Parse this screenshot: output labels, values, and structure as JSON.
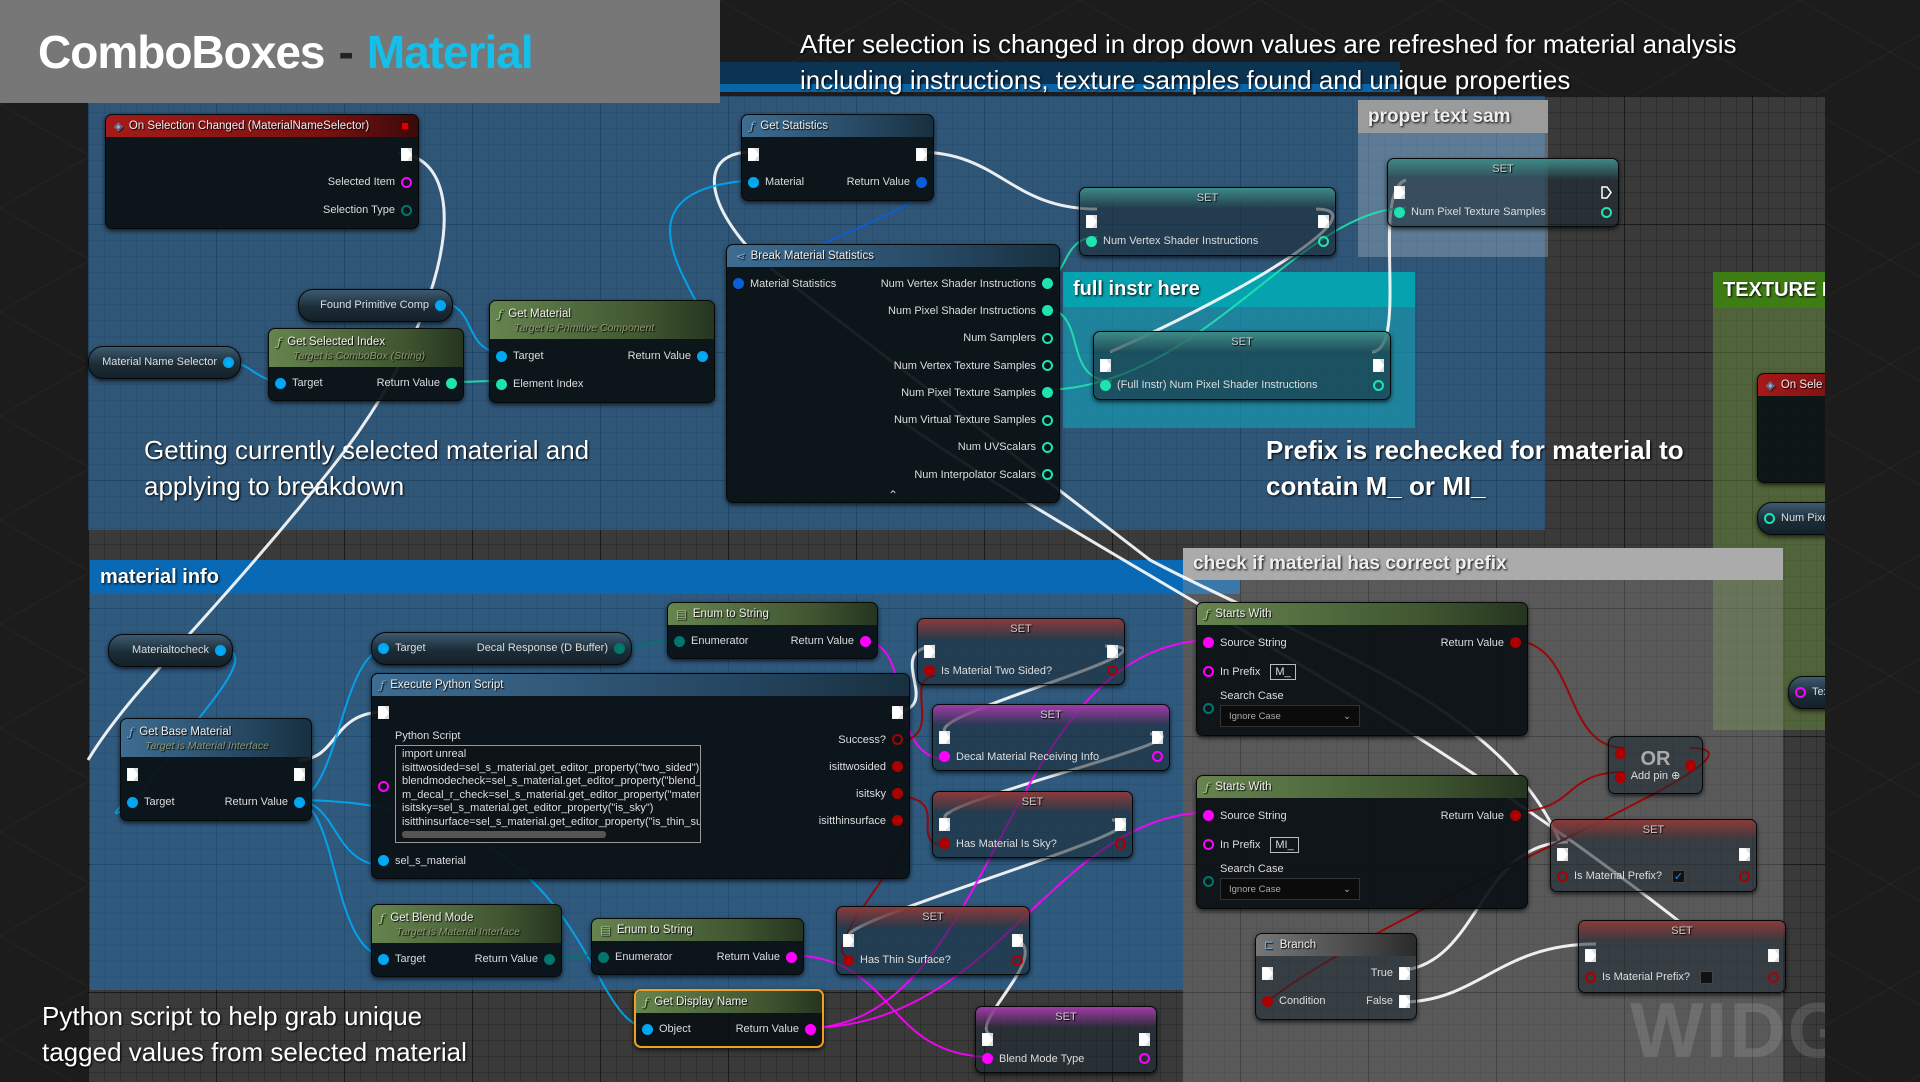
{
  "title": {
    "part1": "ComboBoxes",
    "separator": "-",
    "part2": "Material"
  },
  "top_caption": {
    "line1": "After selection is changed in drop down values are refreshed for material analysis",
    "line2": "including instructions, texture samples found and unique properties"
  },
  "captions": {
    "breakdown": {
      "line1": "Getting currently selected material and",
      "line2": "applying to breakdown"
    },
    "prefix": {
      "line1": "Prefix is rechecked for material to",
      "line2": "contain M_ or MI_"
    },
    "python": {
      "line1": "Python script to help grab unique",
      "line2": "tagged values from selected material"
    }
  },
  "comments": {
    "material_info": "material info",
    "check_prefix": "check if material has correct prefix",
    "proper_text": "proper text sam",
    "full_instr": "full instr here",
    "texture": "TEXTURE I"
  },
  "watermark": "WIDGE",
  "colors": {
    "accent": "#14bfe9",
    "exec": "#ffffff",
    "object": "#00a8f4",
    "int": "#1fe3b0",
    "bool": "#aa0000",
    "string": "#ff00ff",
    "byte": "#00766c",
    "struct": "#0b5ed7",
    "selected": "#f0a020"
  },
  "nodes": [
    {
      "id": "on_sel",
      "style": "event",
      "icon": "event-icon",
      "title": "On Selection Changed (MaterialNameSelector)",
      "badge": true,
      "inputs": [],
      "outputs": [
        {
          "type": "exec",
          "filled": true
        },
        {
          "label": "Selected Item",
          "type": "string",
          "filled": false
        },
        {
          "label": "Selection Type",
          "type": "byte",
          "filled": false
        }
      ]
    },
    {
      "id": "get_stats",
      "style": "func",
      "icon": "function-icon",
      "title": "Get Statistics",
      "inputs": [
        {
          "type": "exec",
          "filled": true
        },
        {
          "label": "Material",
          "type": "object",
          "filled": true
        }
      ],
      "outputs": [
        {
          "type": "exec",
          "filled": true
        },
        {
          "label": "Return Value",
          "type": "struct",
          "filled": true
        }
      ]
    },
    {
      "id": "break_stats",
      "style": "func",
      "icon": "break-struct-icon",
      "title": "Break Material Statistics",
      "expand": true,
      "inputs": [
        {
          "label": "Material Statistics",
          "type": "struct",
          "filled": true
        }
      ],
      "outputs": [
        {
          "label": "Num Vertex Shader Instructions",
          "type": "int",
          "filled": true
        },
        {
          "label": "Num Pixel Shader Instructions",
          "type": "int",
          "filled": true
        },
        {
          "label": "Num Samplers",
          "type": "int",
          "filled": false
        },
        {
          "label": "Num Vertex Texture Samples",
          "type": "int",
          "filled": false
        },
        {
          "label": "Num Pixel Texture Samples",
          "type": "int",
          "filled": true
        },
        {
          "label": "Num Virtual Texture Samples",
          "type": "int",
          "filled": false
        },
        {
          "label": "Num UVScalars",
          "type": "int",
          "filled": false
        },
        {
          "label": "Num Interpolator Scalars",
          "type": "int",
          "filled": false
        }
      ]
    },
    {
      "id": "set_vertex",
      "style": "set-teal",
      "title": "SET",
      "inputs": [
        {
          "type": "exec",
          "filled": true
        },
        {
          "label": "Num Vertex Shader Instructions",
          "type": "int",
          "filled": true
        }
      ],
      "outputs": [
        {
          "type": "exec",
          "filled": true
        },
        {
          "type": "int",
          "filled": false
        }
      ]
    },
    {
      "id": "set_pixel_tex",
      "style": "set-teal",
      "title": "SET",
      "inputs": [
        {
          "type": "exec",
          "filled": true
        },
        {
          "label": "Num Pixel Texture Samples",
          "type": "int",
          "filled": true
        }
      ],
      "outputs": [
        {
          "type": "exec",
          "filled": false
        },
        {
          "type": "int",
          "filled": false
        }
      ]
    },
    {
      "id": "set_full_instr",
      "style": "set-teal",
      "title": "SET",
      "inputs": [
        {
          "type": "exec",
          "filled": true
        },
        {
          "label": "(Full Instr) Num Pixel Shader Instructions",
          "type": "int",
          "filled": true
        }
      ],
      "outputs": [
        {
          "type": "exec",
          "filled": true
        },
        {
          "type": "int",
          "filled": false
        }
      ]
    },
    {
      "id": "found_prim",
      "style": "pill",
      "inputs": [],
      "outputs": [
        {
          "label": "Found Primitive Comp",
          "type": "object",
          "filled": true
        }
      ]
    },
    {
      "id": "get_sel_idx",
      "style": "pure",
      "icon": "function-icon",
      "title": "Get Selected Index",
      "subtitle": "Target is ComboBox (String)",
      "inputs": [
        {
          "label": "Target",
          "type": "object",
          "filled": true
        }
      ],
      "outputs": [
        {
          "label": "Return Value",
          "type": "int",
          "filled": true
        }
      ]
    },
    {
      "id": "mat_name_sel",
      "style": "pill",
      "inputs": [],
      "outputs": [
        {
          "label": "Material Name Selector",
          "type": "object",
          "filled": true
        }
      ]
    },
    {
      "id": "get_material",
      "style": "pure",
      "icon": "function-icon",
      "title": "Get Material",
      "subtitle": "Target is Primitive Component",
      "inputs": [
        {
          "label": "Target",
          "type": "object",
          "filled": true
        },
        {
          "label": "Element Index",
          "type": "int",
          "filled": true
        }
      ],
      "outputs": [
        {
          "label": "Return Value",
          "type": "object",
          "filled": true
        }
      ]
    },
    {
      "id": "mat_to_check",
      "style": "pill",
      "inputs": [],
      "outputs": [
        {
          "label": "Materialtocheck",
          "type": "object",
          "filled": true
        }
      ]
    },
    {
      "id": "decal_resp",
      "style": "pill",
      "inputs": [
        {
          "label": "Target",
          "type": "object",
          "filled": true
        }
      ],
      "outputs": [
        {
          "label": "Decal Response (D Buffer)",
          "type": "byte",
          "filled": true
        }
      ]
    },
    {
      "id": "enum1",
      "style": "pure",
      "icon": "enum-document-icon",
      "title": "Enum to String",
      "inputs": [
        {
          "label": "Enumerator",
          "type": "byte",
          "filled": true
        }
      ],
      "outputs": [
        {
          "label": "Return Value",
          "type": "string",
          "filled": true
        }
      ]
    },
    {
      "id": "python",
      "style": "func",
      "icon": "function-icon",
      "title": "Execute Python Script",
      "inputs": [
        {
          "type": "exec",
          "filled": true
        },
        {
          "label": "Python Script",
          "type": "string",
          "filled": false,
          "script": [
            "import unreal",
            "isittwosided=sel_s_material.get_editor_property(\"two_sided\")",
            "blendmodecheck=sel_s_material.get_editor_property(\"blend_mod",
            "m_decal_r_check=sel_s_material.get_editor_property(\"material_d",
            "isitsky=sel_s_material.get_editor_property(\"is_sky\")",
            "isitthinsurface=sel_s_material.get_editor_property(\"is_thin_surfa"
          ]
        },
        {
          "label": "sel_s_material",
          "type": "object",
          "filled": true
        }
      ],
      "outputs": [
        {
          "type": "exec",
          "filled": true
        },
        {
          "label": "Success?",
          "type": "bool",
          "filled": false
        },
        {
          "label": "isittwosided",
          "type": "bool",
          "filled": true
        },
        {
          "label": "isitsky",
          "type": "bool",
          "filled": true
        },
        {
          "label": "isitthinsurface",
          "type": "bool",
          "filled": true
        }
      ]
    },
    {
      "id": "get_base",
      "style": "func",
      "icon": "function-icon",
      "title": "Get Base Material",
      "subtitle": "Target is Material Interface",
      "inputs": [
        {
          "type": "exec",
          "filled": true
        },
        {
          "label": "Target",
          "type": "object",
          "filled": true
        }
      ],
      "outputs": [
        {
          "type": "exec",
          "filled": true
        },
        {
          "label": "Return Value",
          "type": "object",
          "filled": true
        }
      ]
    },
    {
      "id": "set_two_sided",
      "style": "set-red",
      "title": "SET",
      "inputs": [
        {
          "type": "exec",
          "filled": true
        },
        {
          "label": "Is Material Two Sided?",
          "type": "bool",
          "filled": true
        }
      ],
      "outputs": [
        {
          "type": "exec",
          "filled": true
        },
        {
          "type": "bool",
          "filled": false
        }
      ]
    },
    {
      "id": "set_decal",
      "style": "set-magenta",
      "title": "SET",
      "inputs": [
        {
          "type": "exec",
          "filled": true
        },
        {
          "label": "Decal Material Receiving Info",
          "type": "string",
          "filled": true
        }
      ],
      "outputs": [
        {
          "type": "exec",
          "filled": true
        },
        {
          "type": "string",
          "filled": false
        }
      ]
    },
    {
      "id": "set_sky",
      "style": "set-red",
      "title": "SET",
      "inputs": [
        {
          "type": "exec",
          "filled": true
        },
        {
          "label": "Has Material Is Sky?",
          "type": "bool",
          "filled": true
        }
      ],
      "outputs": [
        {
          "type": "exec",
          "filled": true
        },
        {
          "type": "bool",
          "filled": false
        }
      ]
    },
    {
      "id": "get_blend",
      "style": "pure",
      "icon": "function-icon",
      "title": "Get Blend Mode",
      "subtitle": "Target is Material Interface",
      "inputs": [
        {
          "label": "Target",
          "type": "object",
          "filled": true
        }
      ],
      "outputs": [
        {
          "label": "Return Value",
          "type": "byte",
          "filled": true
        }
      ]
    },
    {
      "id": "enum2",
      "style": "pure",
      "icon": "enum-document-icon",
      "title": "Enum to String",
      "inputs": [
        {
          "label": "Enumerator",
          "type": "byte",
          "filled": true
        }
      ],
      "outputs": [
        {
          "label": "Return Value",
          "type": "string",
          "filled": true
        }
      ]
    },
    {
      "id": "set_thin",
      "style": "set-red",
      "title": "SET",
      "inputs": [
        {
          "type": "exec",
          "filled": true
        },
        {
          "label": "Has Thin Surface?",
          "type": "bool",
          "filled": true
        }
      ],
      "outputs": [
        {
          "type": "exec",
          "filled": true
        },
        {
          "type": "bool",
          "filled": false
        }
      ]
    },
    {
      "id": "get_display",
      "style": "pure",
      "icon": "function-icon",
      "title": "Get Display Name",
      "selected": true,
      "inputs": [
        {
          "label": "Object",
          "type": "object",
          "filled": true
        }
      ],
      "outputs": [
        {
          "label": "Return Value",
          "type": "string",
          "filled": true
        }
      ]
    },
    {
      "id": "set_blend",
      "style": "set-magenta",
      "title": "SET",
      "inputs": [
        {
          "type": "exec",
          "filled": true
        },
        {
          "label": "Blend Mode Type",
          "type": "string",
          "filled": true
        }
      ],
      "outputs": [
        {
          "type": "exec",
          "filled": true
        },
        {
          "type": "string",
          "filled": false
        }
      ]
    },
    {
      "id": "starts1",
      "style": "pure",
      "icon": "function-icon",
      "title": "Starts With",
      "inputs": [
        {
          "label": "Source String",
          "type": "string",
          "filled": true
        },
        {
          "label": "In Prefix",
          "type": "string",
          "filled": false,
          "value": "M_"
        },
        {
          "label": "Search Case",
          "type": "byte",
          "filled": false,
          "dropdown": "Ignore Case"
        }
      ],
      "outputs": [
        {
          "label": "Return Value",
          "type": "bool",
          "filled": true
        }
      ]
    },
    {
      "id": "starts2",
      "style": "pure",
      "icon": "function-icon",
      "title": "Starts With",
      "inputs": [
        {
          "label": "Source String",
          "type": "string",
          "filled": true
        },
        {
          "label": "In Prefix",
          "type": "string",
          "filled": false,
          "value": "MI_"
        },
        {
          "label": "Search Case",
          "type": "byte",
          "filled": false,
          "dropdown": "Ignore Case"
        }
      ],
      "outputs": [
        {
          "label": "Return Value",
          "type": "bool",
          "filled": true
        }
      ]
    },
    {
      "id": "or_node",
      "style": "or",
      "center": "OR",
      "add_pin": "Add pin",
      "inputs": [
        {
          "type": "bool",
          "filled": true
        },
        {
          "type": "bool",
          "filled": true
        }
      ],
      "outputs": [
        {
          "type": "bool",
          "filled": true
        }
      ]
    },
    {
      "id": "set_prefix_true",
      "style": "set-red",
      "title": "SET",
      "inputs": [
        {
          "type": "exec",
          "filled": true
        },
        {
          "label": "Is Material Prefix?",
          "type": "bool",
          "filled": false,
          "checkbox": true,
          "checked": true
        }
      ],
      "outputs": [
        {
          "type": "exec",
          "filled": true
        },
        {
          "type": "bool",
          "filled": false
        }
      ]
    },
    {
      "id": "branch",
      "style": "branch",
      "icon": "branch-icon",
      "title": "Branch",
      "inputs": [
        {
          "type": "exec",
          "filled": true
        },
        {
          "label": "Condition",
          "type": "bool",
          "filled": true
        }
      ],
      "outputs": [
        {
          "label": "True",
          "type": "exec",
          "filled": true
        },
        {
          "label": "False",
          "type": "exec",
          "filled": true
        }
      ]
    },
    {
      "id": "set_prefix_false",
      "style": "set-red",
      "title": "SET",
      "inputs": [
        {
          "type": "exec",
          "filled": true
        },
        {
          "label": "Is Material Prefix?",
          "type": "bool",
          "filled": false,
          "checkbox": true,
          "checked": false
        }
      ],
      "outputs": [
        {
          "type": "exec",
          "filled": true
        },
        {
          "type": "bool",
          "filled": false
        }
      ]
    },
    {
      "id": "on_sel_2",
      "style": "event",
      "icon": "event-icon",
      "title": "On Sele",
      "inputs": [],
      "outputs": []
    },
    {
      "id": "num_pixel_pill",
      "style": "pill",
      "inputs": [
        {
          "label": "Num Pixel",
          "type": "int",
          "filled": false
        }
      ],
      "outputs": []
    },
    {
      "id": "text_pill",
      "style": "pill",
      "inputs": [
        {
          "label": "Text",
          "type": "string",
          "filled": false
        }
      ],
      "outputs": []
    }
  ]
}
